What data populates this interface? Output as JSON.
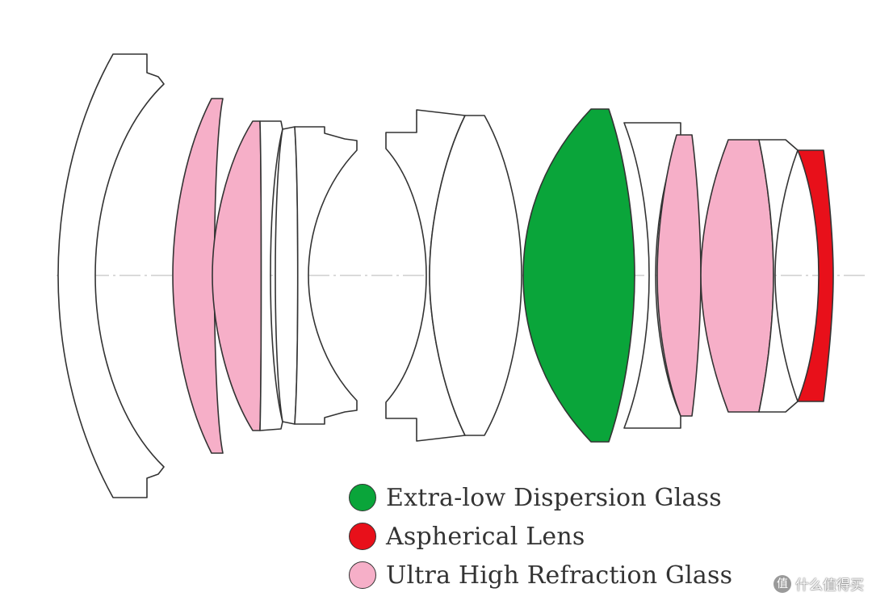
{
  "colors": {
    "extra_low_dispersion": "#0aa53a",
    "aspherical": "#e8101a",
    "ultra_high_refraction": "#f6afc8",
    "plain_glass": "#ffffff",
    "outline": "#333333"
  },
  "legend": [
    {
      "label": "Extra-low Dispersion Glass",
      "color": "#0aa53a"
    },
    {
      "label": "Aspherical Lens",
      "color": "#e8101a"
    },
    {
      "label": "Ultra High Refraction Glass",
      "color": "#f6afc8"
    }
  ],
  "elements": [
    {
      "id": 1,
      "glass": "plain"
    },
    {
      "id": 2,
      "glass": "ultra_high_refraction"
    },
    {
      "id": 3,
      "glass": "ultra_high_refraction"
    },
    {
      "id": 4,
      "glass": "plain"
    },
    {
      "id": 5,
      "glass": "plain"
    },
    {
      "id": 6,
      "glass": "plain"
    },
    {
      "id": 7,
      "glass": "plain"
    },
    {
      "id": 8,
      "glass": "plain"
    },
    {
      "id": 9,
      "glass": "extra_low_dispersion"
    },
    {
      "id": 10,
      "glass": "plain"
    },
    {
      "id": 11,
      "glass": "ultra_high_refraction"
    },
    {
      "id": 12,
      "glass": "ultra_high_refraction"
    },
    {
      "id": 13,
      "glass": "plain"
    },
    {
      "id": 14,
      "glass": "aspherical"
    }
  ],
  "watermark": {
    "icon": "值",
    "text": "什么值得买"
  }
}
